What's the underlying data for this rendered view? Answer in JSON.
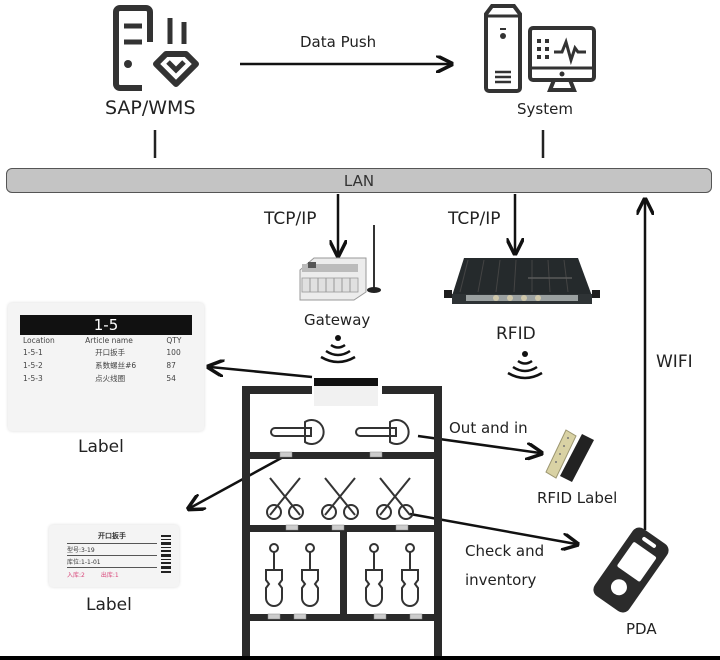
{
  "nodes": {
    "sap_wms": {
      "label": "SAP/WMS",
      "icon": "server-gem-icon"
    },
    "system": {
      "label": "System",
      "icon": "computer-monitor-icon"
    },
    "lan": {
      "label": "LAN"
    },
    "gateway": {
      "label": "Gateway",
      "icon": "gateway-device-icon"
    },
    "rfid": {
      "label": "RFID",
      "icon": "rfid-reader-icon"
    },
    "rfid_label": {
      "label": "RFID Label",
      "icon": "rfid-tag-icon"
    },
    "pda": {
      "label": "PDA",
      "icon": "pda-device-icon"
    },
    "shelf_label": {
      "label": "Label"
    },
    "item_label": {
      "label": "Label"
    }
  },
  "edges": {
    "data_push": "Data Push",
    "tcpip_gateway": "TCP/IP",
    "tcpip_rfid": "TCP/IP",
    "wifi": "WIFI",
    "out_and_in": "Out and in",
    "check_line1": "Check and",
    "check_line2": "inventory"
  },
  "shelf_epaper": {
    "title": "1-5",
    "headers": [
      "Location",
      "Article name",
      "QTY"
    ],
    "rows": [
      [
        "1-5-1",
        "开口扳手",
        "100"
      ],
      [
        "1-5-2",
        "系数螺丝#6",
        "87"
      ],
      [
        "1-5-3",
        "点火线圈",
        "54"
      ]
    ]
  },
  "item_epaper": {
    "title": "开口扳手",
    "line1": "型号:3-19",
    "line2": "库位:1-1-01",
    "in_label": "入库:2",
    "out_label": "出库:1"
  },
  "colors": {
    "lan_fill": "#c4c4c4",
    "line": "#111111",
    "epaper_black": "#111111",
    "epaper_red": "#d9467a"
  }
}
